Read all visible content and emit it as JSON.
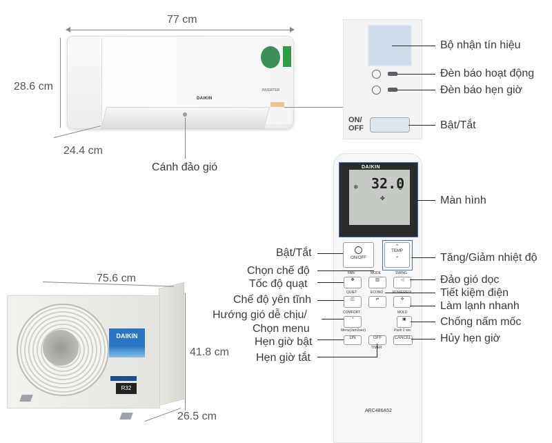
{
  "indoor": {
    "width": "77 cm",
    "height": "28.6 cm",
    "depth": "24.4 cm",
    "flap_label": "Cánh đảo gió",
    "brand": "DAIKIN",
    "badge_text": "INVERTER"
  },
  "receiver_panel": {
    "signal_receiver": "Bộ nhận tín hiệu",
    "operation_lamp": "Đèn báo hoạt động",
    "timer_lamp": "Đèn báo hẹn giờ",
    "onoff_text": "ON/\nOFF",
    "onoff_label": "Bật/Tắt"
  },
  "remote": {
    "brand": "DAIKIN",
    "temperature": "32.0",
    "temp_unit": "°C",
    "screen_label": "Màn hình",
    "model": "ARC486A52",
    "buttons": {
      "onoff": "ON/OFF",
      "temp": "TEMP",
      "fan": "FAN",
      "mode": "MODE",
      "swing": "SWING",
      "quiet": "QUIET",
      "econo": "ECONO",
      "powerful": "POWERFUL",
      "comfort": "COMFORT",
      "mold": "MOLD",
      "menu": "Menu(Jam2sec)",
      "push2sec": "Push 2 sec",
      "on": "ON",
      "off": "OFF",
      "cancel": "CANCEL",
      "timer": "TIMER"
    }
  },
  "labels_left": {
    "power": "Bật/Tắt",
    "mode": "Chọn chế độ",
    "fan_speed": "Tốc độ quạt",
    "quiet": "Chế độ yên tĩnh",
    "comfort_1": "Hướng gió dễ chịu/",
    "comfort_2": "Chọn menu",
    "timer_on": "Hẹn giờ bật",
    "timer_off": "Hẹn giờ tắt"
  },
  "labels_right": {
    "temp": "Tăng/Giảm nhiệt độ",
    "swing": "Đảo gió dọc",
    "econo": "Tiết kiệm điện",
    "powerful": "Làm lạnh nhanh",
    "mold": "Chống nấm mốc",
    "cancel": "Hủy hẹn giờ"
  },
  "outdoor": {
    "width": "75.6 cm",
    "height": "41.8 cm",
    "depth": "26.5 cm",
    "brand": "DAIKIN",
    "refrigerant": "R32"
  },
  "colors": {
    "highlight": "#3f6fcf",
    "daikin_blue": "#2a76c2"
  }
}
